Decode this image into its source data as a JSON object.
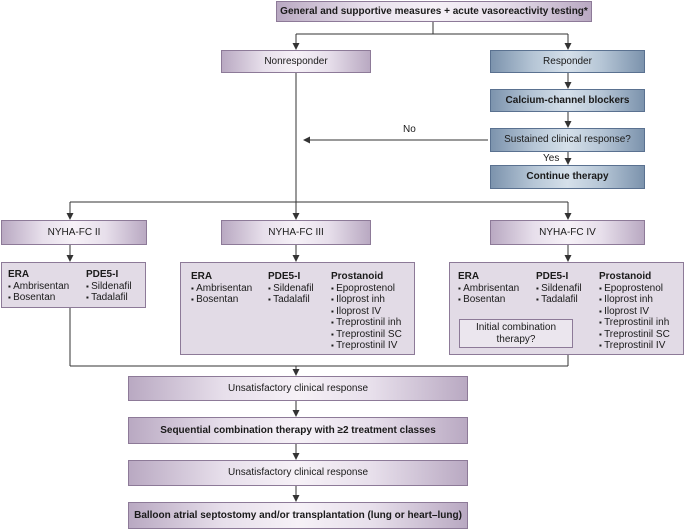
{
  "top_box": "General and supportive measures + acute vasoreactivity testing*",
  "nonresponder": "Nonresponder",
  "responder": "Responder",
  "ccb": "Calcium-channel blockers",
  "sustained": "Sustained clinical response?",
  "no_label": "No",
  "yes_label": "Yes",
  "continue": "Continue therapy",
  "nyha": {
    "ii": "NYHA-FC II",
    "iii": "NYHA-FC III",
    "iv": "NYHA-FC IV"
  },
  "panel_ii": {
    "cols": [
      {
        "head": "ERA",
        "items": [
          "Ambrisentan",
          "Bosentan"
        ]
      },
      {
        "head": "PDE5-I",
        "items": [
          "Sildenafil",
          "Tadalafil"
        ]
      }
    ]
  },
  "panel_iii": {
    "cols": [
      {
        "head": "ERA",
        "items": [
          "Ambrisentan",
          "Bosentan"
        ]
      },
      {
        "head": "PDE5-I",
        "items": [
          "Sildenafil",
          "Tadalafil"
        ]
      },
      {
        "head": "Prostanoid",
        "items": [
          "Epoprostenol",
          "Iloprost inh",
          "Iloprost IV",
          "Treprostinil inh",
          "Treprostinil SC",
          "Treprostinil IV"
        ]
      }
    ]
  },
  "panel_iv": {
    "cols": [
      {
        "head": "ERA",
        "items": [
          "Ambrisentan",
          "Bosentan"
        ]
      },
      {
        "head": "PDE5-I",
        "items": [
          "Sildenafil",
          "Tadalafil"
        ]
      },
      {
        "head": "Prostanoid",
        "items": [
          "Epoprostenol",
          "Iloprost inh",
          "Iloprost IV",
          "Treprostinil inh",
          "Treprostinil SC",
          "Treprostinil IV"
        ]
      }
    ],
    "initial_combo": "Initial combination therapy?"
  },
  "unsat_1": "Unsatisfactory clinical response",
  "sequential": "Sequential combination therapy with ≥2 treatment classes",
  "unsat_2": "Unsatisfactory clinical response",
  "final": "Balloon atrial septostomy and/or transplantation (lung or heart–lung)",
  "colors": {
    "purple_border": "#8d7a98",
    "blue_border": "#5a7190",
    "panel_fill": "#e2dbe6",
    "line": "#333333"
  }
}
